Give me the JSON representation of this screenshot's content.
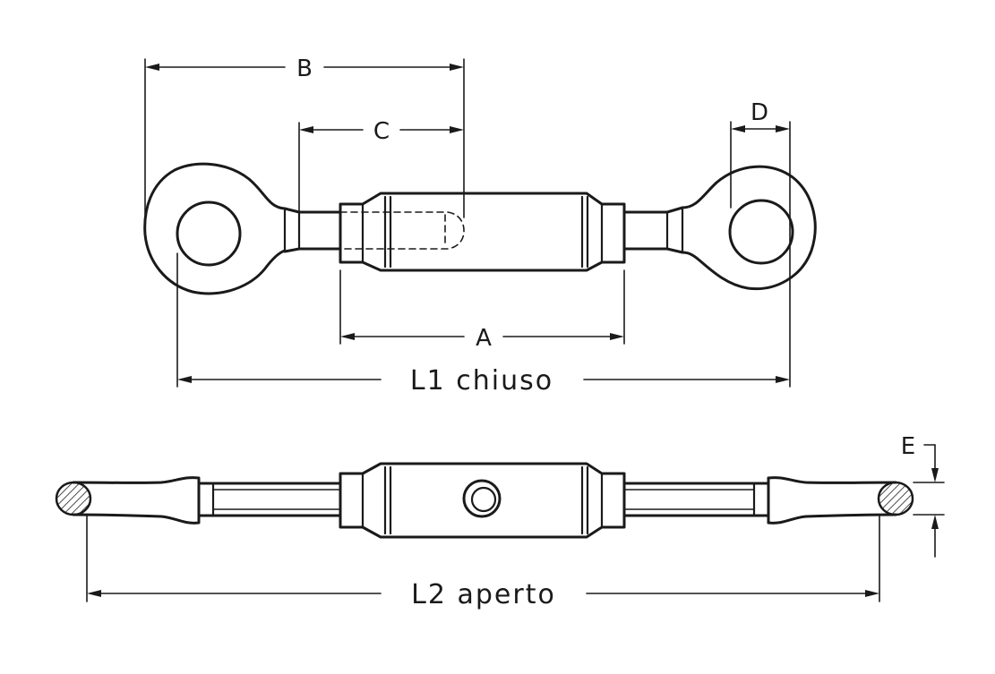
{
  "dimensions": {
    "a": "A",
    "b": "B",
    "c": "C",
    "d": "D",
    "e": "E",
    "l1": "L1 chiuso",
    "l2": "L2 aperto"
  },
  "colors": {
    "ink": "#1a1a1a",
    "paper": "#ffffff"
  }
}
